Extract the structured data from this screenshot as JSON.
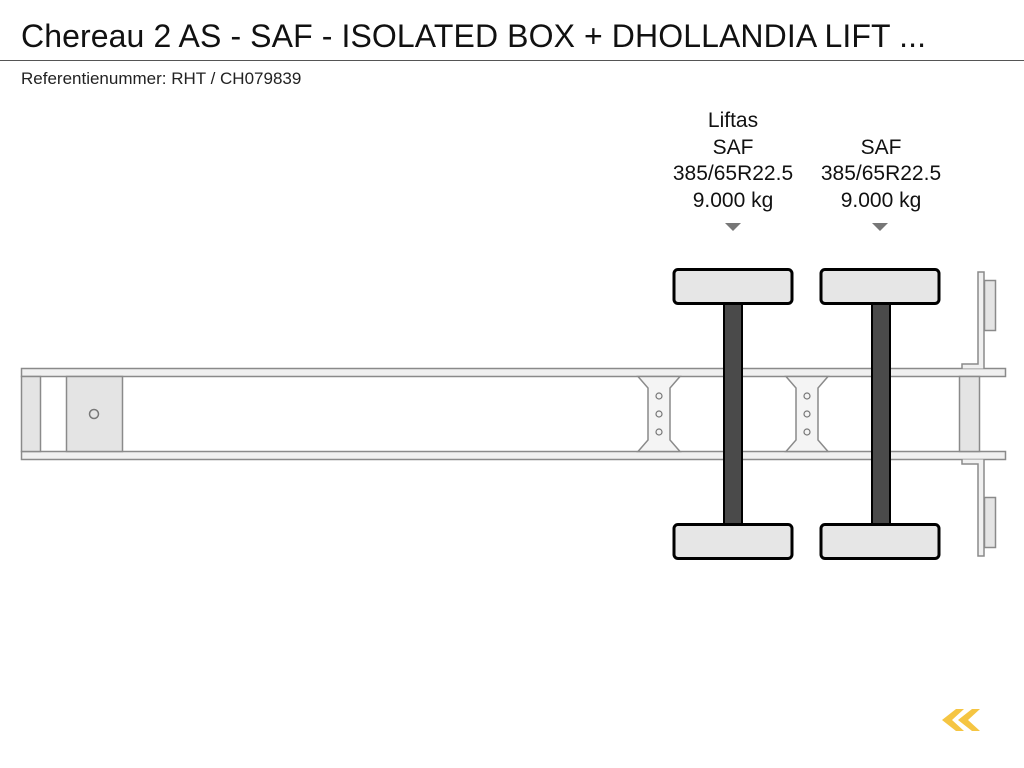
{
  "header": {
    "title": "Chereau 2 AS - SAF - ISOLATED BOX + DHOLLANDIA LIFT ...",
    "reference": "Referentienummer: RHT / CH079839"
  },
  "axles": [
    {
      "type": "Liftas",
      "brand": "SAF",
      "tire": "385/65R22.5",
      "load": "9.000 kg"
    },
    {
      "brand": "SAF",
      "tire": "385/65R22.5",
      "load": "9.000 kg"
    }
  ],
  "colors": {
    "frame_stroke": "#8a8a8a",
    "frame_fill": "#f0f0f0",
    "wheel_fill": "#e6e6e6",
    "wheel_stroke": "#000000",
    "axle_fill": "#4a4a4a",
    "marker": "#777777",
    "logo": "#f5c542"
  },
  "icons": {
    "axle_marker": "triangle-down-icon",
    "brand_logo": "double-chevron-left-icon"
  }
}
